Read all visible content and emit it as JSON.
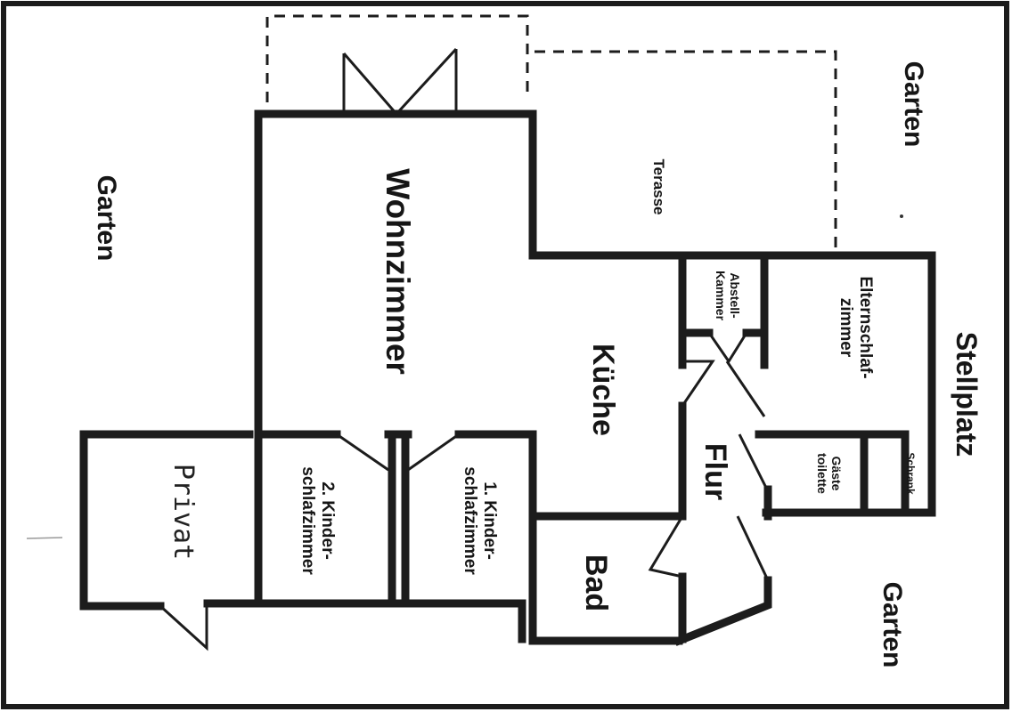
{
  "labels": {
    "garden_left": "Garten",
    "garden_top_right": "Garten",
    "garden_bottom_right": "Garten",
    "parking": "Stellplatz",
    "terrace": "Terasse",
    "living_room": "Wohnzimmer",
    "kitchen": "Küche",
    "storage_line1": "Abstell-",
    "storage_line2": "Kammer",
    "parents_line1": "Elternschlaf-",
    "parents_line2": "zimmer",
    "hall": "Flur",
    "cupboard": "Schrank",
    "guest_wc_line1": "Gäste",
    "guest_wc_line2": "toilette",
    "kids1_line1": "1. Kinder-",
    "kids1_line2": "schlafzimmer",
    "kids2_line1": "2. Kinder-",
    "kids2_line2": "schlafzimmer",
    "bathroom": "Bad",
    "private": "Privat"
  }
}
